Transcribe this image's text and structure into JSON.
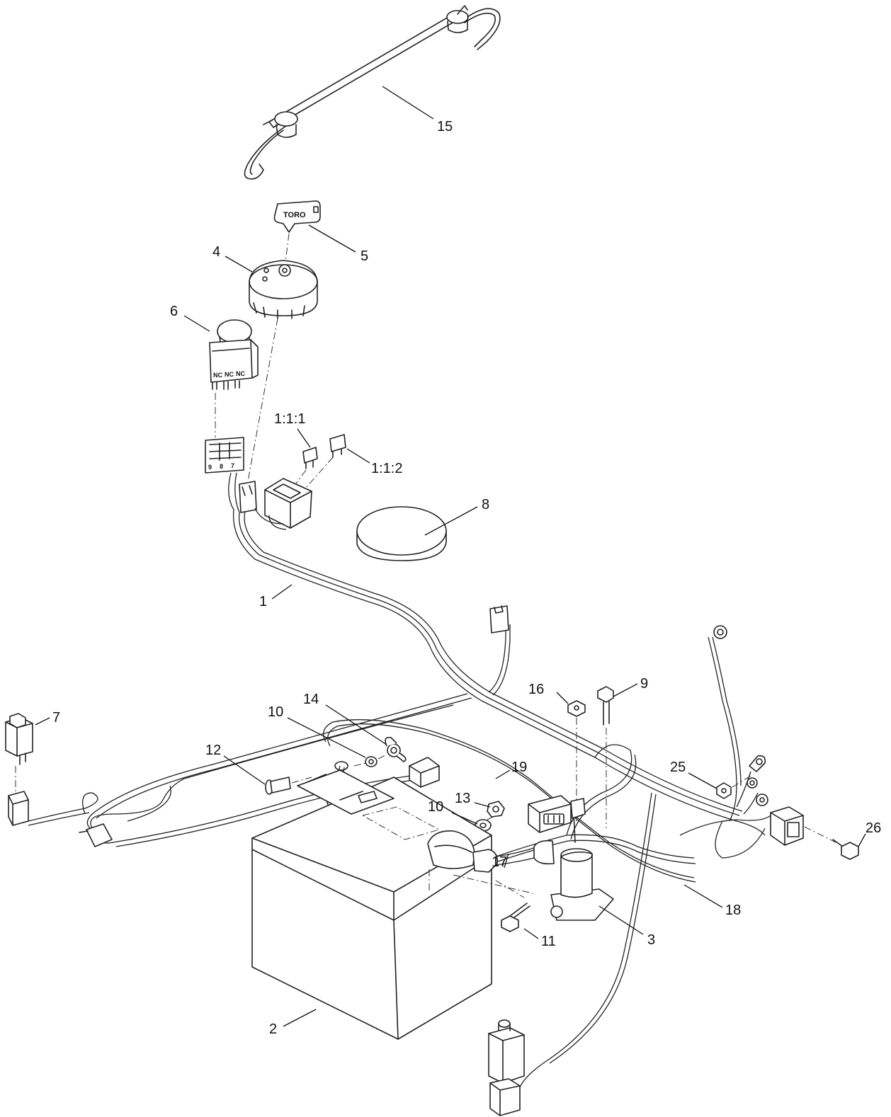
{
  "diagram": {
    "key_brand": "TORO",
    "terminal_numbers": [
      "9",
      "8",
      "7"
    ],
    "switch_contact_labels": [
      "NC",
      "NC",
      "NC"
    ],
    "callouts": [
      {
        "id": "15",
        "label": "15"
      },
      {
        "id": "5",
        "label": "5"
      },
      {
        "id": "4",
        "label": "4"
      },
      {
        "id": "6",
        "label": "6"
      },
      {
        "id": "1-1-1",
        "label": "1:1:1"
      },
      {
        "id": "1-1-2",
        "label": "1:1:2"
      },
      {
        "id": "8",
        "label": "8"
      },
      {
        "id": "1",
        "label": "1"
      },
      {
        "id": "16",
        "label": "16"
      },
      {
        "id": "9",
        "label": "9"
      },
      {
        "id": "7",
        "label": "7"
      },
      {
        "id": "14",
        "label": "14"
      },
      {
        "id": "10a",
        "label": "10"
      },
      {
        "id": "12",
        "label": "12"
      },
      {
        "id": "19",
        "label": "19"
      },
      {
        "id": "25",
        "label": "25"
      },
      {
        "id": "13",
        "label": "13"
      },
      {
        "id": "10b",
        "label": "10"
      },
      {
        "id": "17",
        "label": "17"
      },
      {
        "id": "26",
        "label": "26"
      },
      {
        "id": "18",
        "label": "18"
      },
      {
        "id": "11",
        "label": "11"
      },
      {
        "id": "3",
        "label": "3"
      },
      {
        "id": "2",
        "label": "2"
      }
    ]
  }
}
